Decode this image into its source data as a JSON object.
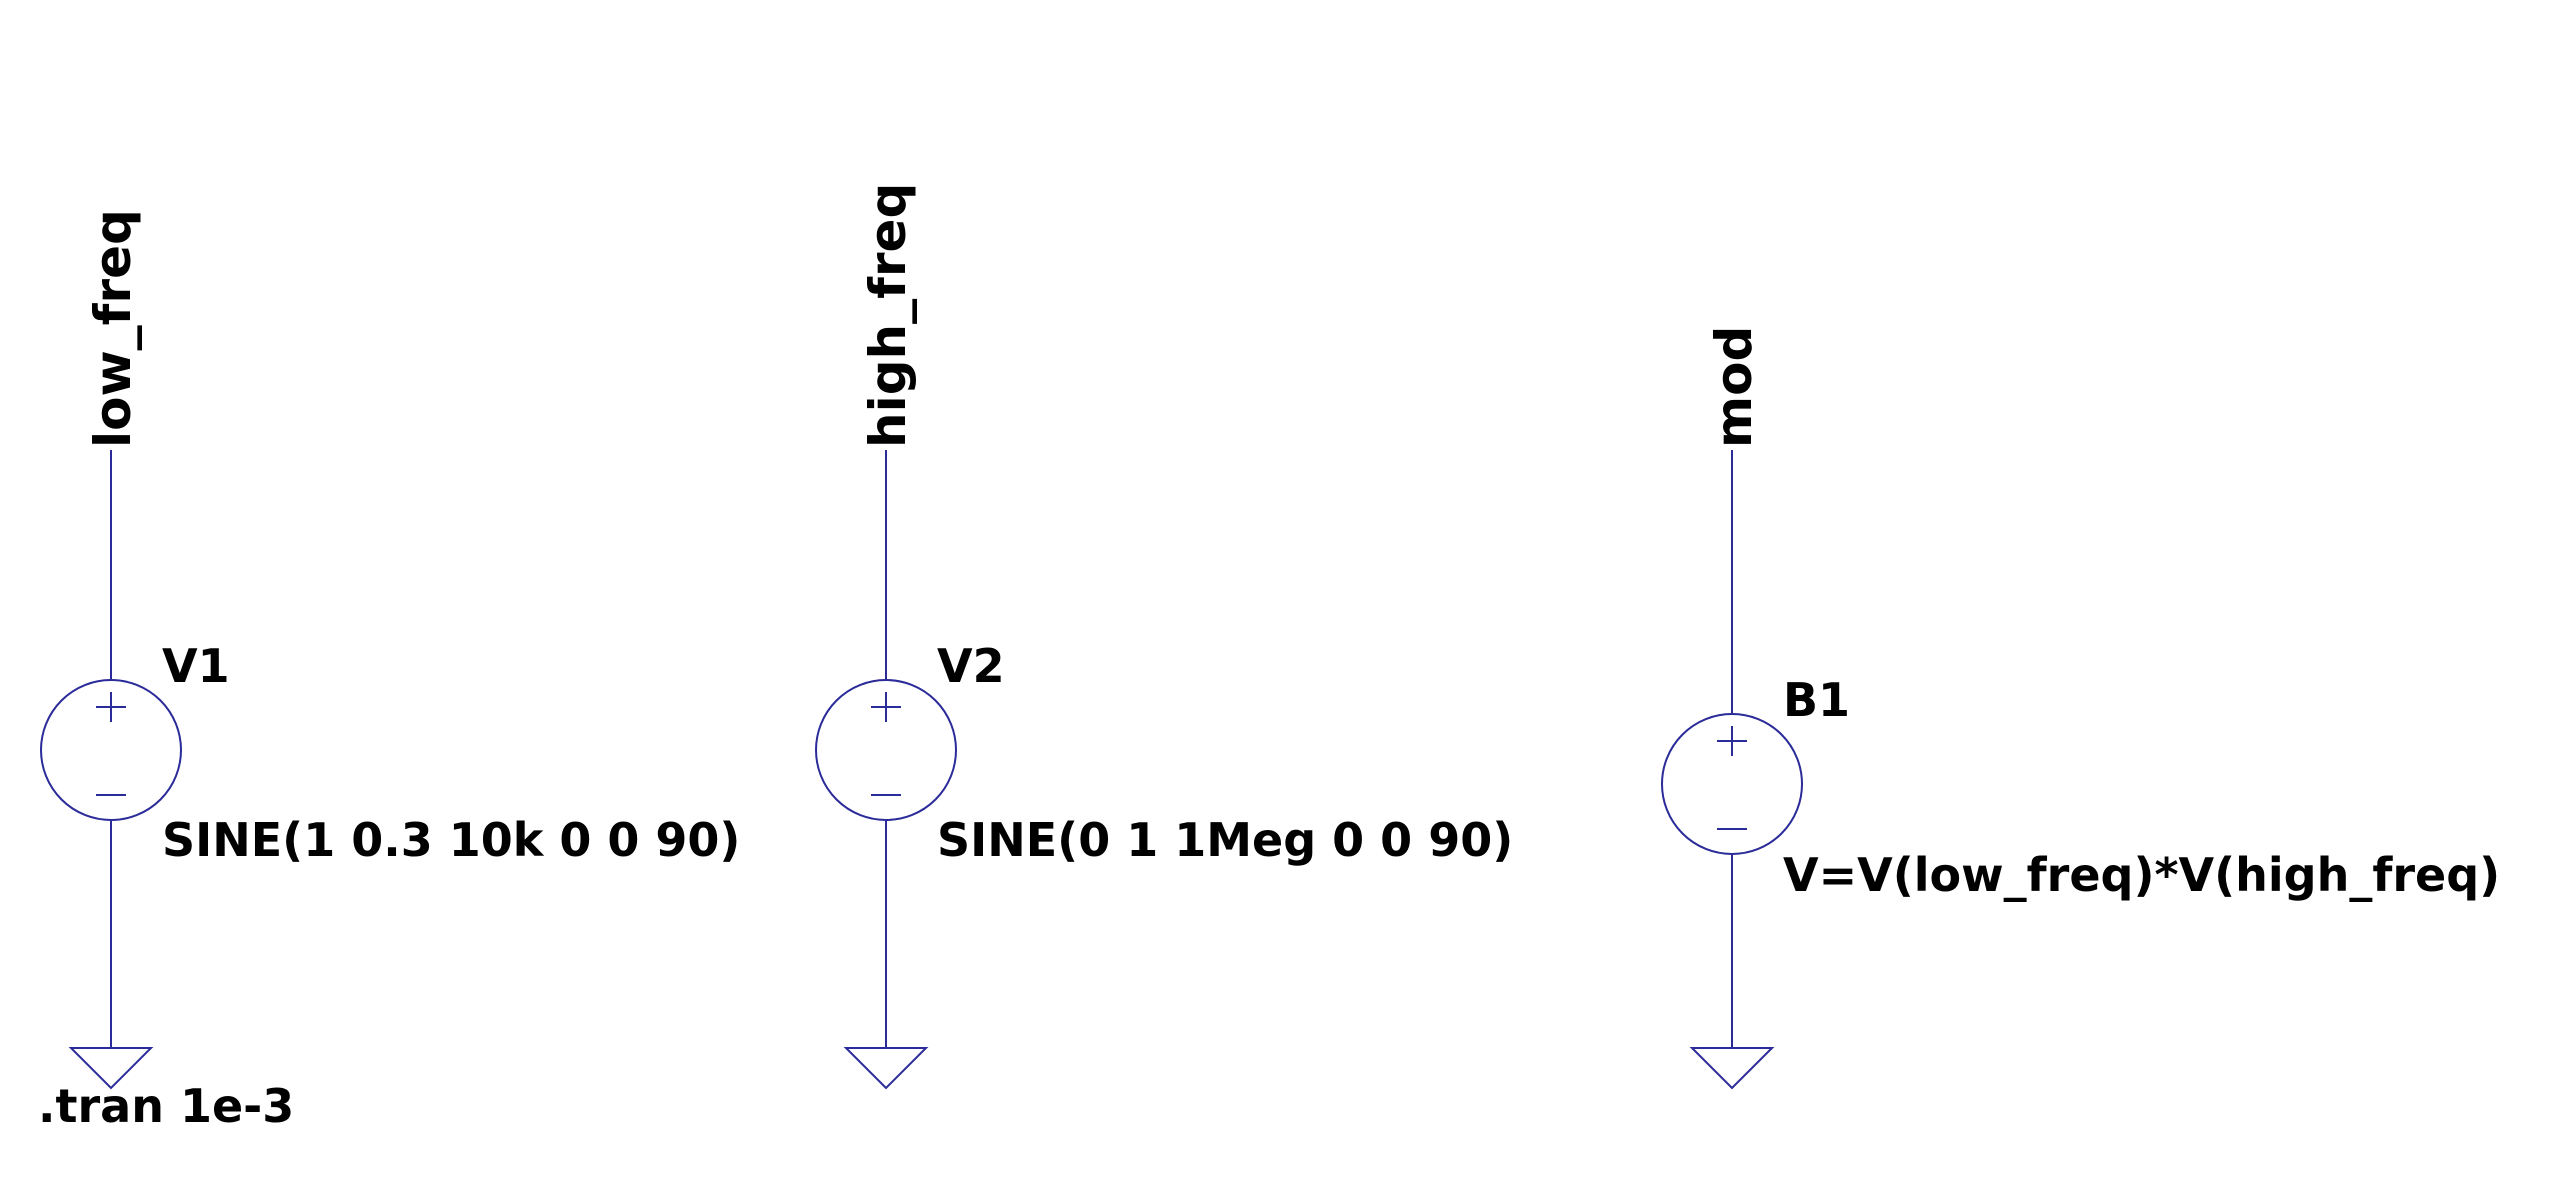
{
  "colors": {
    "background": "#ffffff",
    "wire": "#2b2b9a",
    "text": "#000000"
  },
  "components": [
    {
      "ref": "V1",
      "value": "SINE(1 0.3 10k 0 0 90)",
      "net": "low_freq",
      "symbol": "voltage-source-icon",
      "ground": "ground-icon"
    },
    {
      "ref": "V2",
      "value": "SINE(0 1 1Meg 0 0 90)",
      "net": "high_freq",
      "symbol": "voltage-source-icon",
      "ground": "ground-icon"
    },
    {
      "ref": "B1",
      "value": "V=V(low_freq)*V(high_freq)",
      "net": "mod",
      "symbol": "behavioral-source-icon",
      "ground": "ground-icon"
    }
  ],
  "directive": ".tran 1e-3"
}
